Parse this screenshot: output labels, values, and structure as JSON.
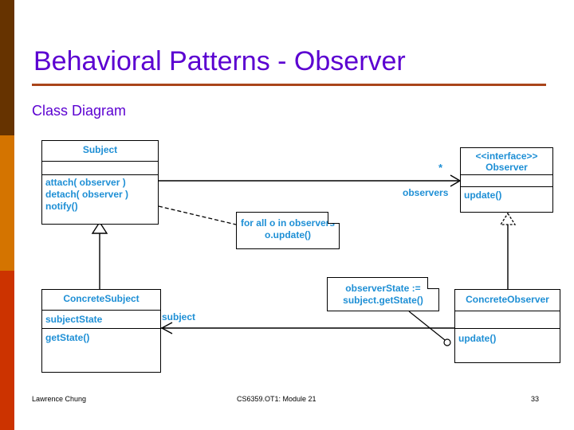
{
  "slide": {
    "title": "Behavioral Patterns - Observer",
    "subtitle": "Class Diagram",
    "title_color": "#5B00D1",
    "rule_color": "#A9441A",
    "class_text_color": "#1E8FD5"
  },
  "decor": {
    "strip_bands": [
      {
        "name": "band-top",
        "color": "#663300"
      },
      {
        "name": "band-middle",
        "color": "#D47400"
      },
      {
        "name": "band-bottom",
        "color": "#CC3300"
      }
    ]
  },
  "diagram": {
    "classes": {
      "subject": {
        "name": "Subject",
        "attributes": [],
        "operations": [
          "attach( observer )",
          "detach( observer )",
          "notify()"
        ]
      },
      "observer": {
        "stereotype": "<<interface>>",
        "name": "Observer",
        "attributes": [],
        "operations": [
          "update()"
        ]
      },
      "concrete_subject": {
        "name": "ConcreteSubject",
        "attributes": [
          "subjectState"
        ],
        "operations": [
          "getState()"
        ]
      },
      "concrete_observer": {
        "name": "ConcreteObserver",
        "attributes": [],
        "operations": [
          "update()"
        ]
      }
    },
    "notes": {
      "notify_note": {
        "line1": "for all o in observers",
        "line2": "o.update()"
      },
      "update_note": {
        "line1": "observerState :=",
        "line2": "subject.getState()"
      }
    },
    "connector_labels": {
      "multiplicity": "*",
      "observers_role": "observers",
      "subject_role": "subject"
    }
  },
  "footer": {
    "author": "Lawrence Chung",
    "course": "CS6359.OT1: Module 21",
    "page": "33"
  }
}
